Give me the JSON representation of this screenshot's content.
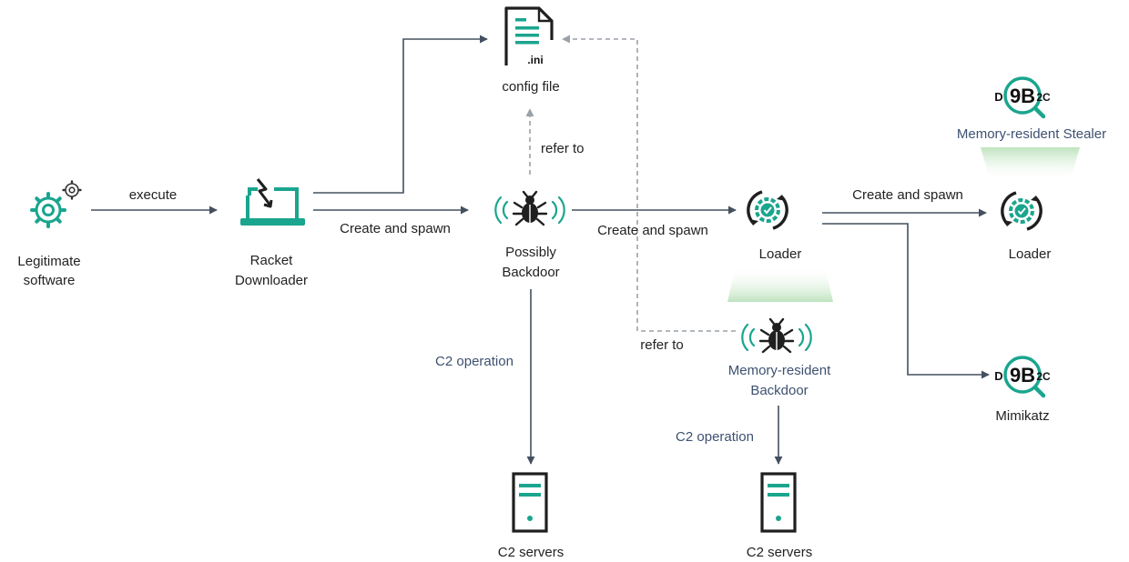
{
  "colors": {
    "teal": "#1aa58e",
    "arrow": "#44505f",
    "dark_icon": "#1f1f1f",
    "blue_text": "#3d5170",
    "glow": "#c9e8c9"
  },
  "nodes": {
    "legit_software": {
      "line1": "Legitimate",
      "line2": "software",
      "icon": "gear-icon"
    },
    "racket_downloader": {
      "line1": "Racket",
      "line2": "Downloader",
      "icon": "laptop-icon"
    },
    "config_file": {
      "label": "config file",
      "ext": ".ini",
      "icon": "file-icon"
    },
    "possibly_backdoor": {
      "line1": "Possibly",
      "line2": "Backdoor",
      "icon": "bug-icon"
    },
    "loader1": {
      "label": "Loader",
      "icon": "loader-icon"
    },
    "loader2": {
      "label": "Loader",
      "icon": "loader-icon"
    },
    "mem_backdoor": {
      "line1": "Memory-resident",
      "line2": "Backdoor",
      "icon": "bug-icon"
    },
    "mem_stealer": {
      "label": "Memory-resident Stealer",
      "icon": "magnifier-icon"
    },
    "mimikatz": {
      "label": "Mimikatz",
      "icon": "magnifier-icon"
    },
    "c2_servers_1": {
      "label": "C2 servers",
      "icon": "server-icon"
    },
    "c2_servers_2": {
      "label": "C2 servers",
      "icon": "server-icon"
    }
  },
  "edges": {
    "execute": "execute",
    "create_spawn_1": "Create and spawn",
    "create_spawn_2": "Create and spawn",
    "create_spawn_3": "Create and spawn",
    "refer_to_1": "refer to",
    "refer_to_2": "refer to",
    "c2_operation_1": "C2 operation",
    "c2_operation_2": "C2 operation"
  },
  "logo_text": {
    "d": "D",
    "nine_b": "9B",
    "two_c": "2C"
  }
}
